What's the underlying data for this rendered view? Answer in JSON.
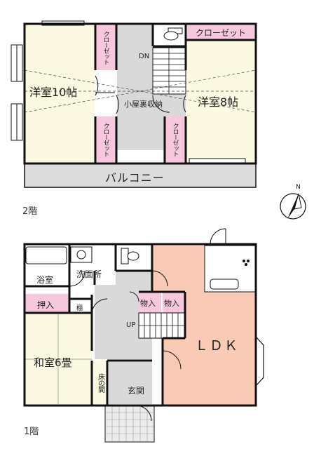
{
  "colors": {
    "wall": "#111111",
    "room_cream": "#fbf9e2",
    "closet_pink": "#f7c7de",
    "ldk_salmon": "#f9cbb6",
    "corridor_gray": "#d9d9d9",
    "balcony_gray": "#dcdcdc",
    "white": "#ffffff"
  },
  "floor2": {
    "floor_label": "2階",
    "rooms": {
      "western_room_10": "洋室10帖",
      "western_room_8": "洋室8帖",
      "attic_storage": "小屋裏収納",
      "balcony": "バルコニー",
      "closet_top_left": "クローゼット",
      "closet_bottom_left": "クローゼット",
      "closet_bottom_right": "クローゼット",
      "closet_top_right": "クローゼット",
      "stair_dn": "DN"
    }
  },
  "floor1": {
    "floor_label": "1階",
    "rooms": {
      "bath": "浴室",
      "washroom": "洗面所",
      "storage_left": "押入",
      "shelf": "棚",
      "japanese_room_6": "和室6畳",
      "tokonoma": "床の間",
      "storage_mid_1": "物入",
      "storage_mid_2": "物入",
      "stair_up": "UP",
      "ldk": "ＬＤＫ",
      "entrance": "玄関"
    }
  },
  "compass": {
    "north_label": "N",
    "icon": "compass-icon"
  }
}
